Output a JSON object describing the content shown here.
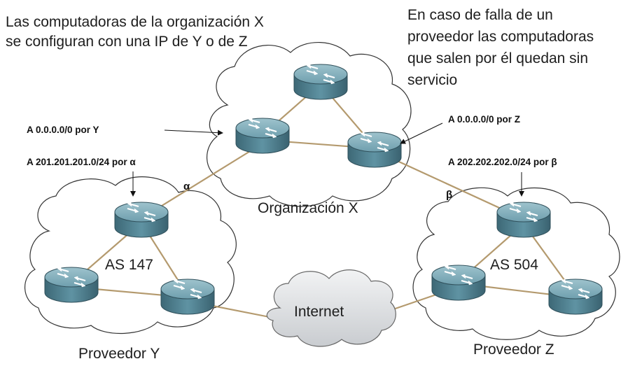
{
  "captions": {
    "left": [
      "Las computadoras de la organización X",
      "se configuran con una IP de Y o de Z"
    ],
    "right": [
      "En caso de falla de un",
      "proveedor las computadoras",
      "que salen por él quedan sin",
      "servicio"
    ]
  },
  "routes": {
    "default_y": "A 0.0.0.0/0 por Y",
    "default_z": "A 0.0.0.0/0 por Z",
    "prefix_alpha": "A 201.201.201.0/24 por α",
    "prefix_beta": "A 202.202.202.0/24 por β"
  },
  "link_labels": {
    "alpha": "α",
    "beta": "β"
  },
  "clouds": {
    "org_x": "Organización X",
    "as147": "AS 147",
    "as504": "AS 504",
    "internet": "Internet",
    "prov_y": "Proveedor Y",
    "prov_z": "Proveedor Z"
  },
  "colors": {
    "link": "#b49a6e",
    "router": "#4f7f8e",
    "cloud_fill": "#ffffff",
    "cloud_stroke": "#333333",
    "internet_fill": "#e2e4e6"
  }
}
